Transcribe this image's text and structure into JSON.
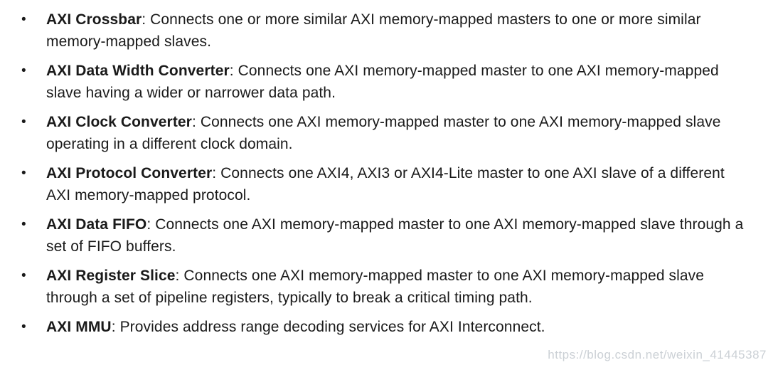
{
  "page": {
    "background": "#ffffff",
    "text_color": "#1a1a1a"
  },
  "list": {
    "bullet_glyph": "•",
    "items": [
      {
        "term": "AXI Crossbar",
        "description": ": Connects one or more similar AXI memory-mapped masters to one or more similar memory-mapped slaves."
      },
      {
        "term": "AXI Data Width Converter",
        "description": ": Connects one AXI memory-mapped master to one AXI memory-mapped slave having a wider or narrower data path."
      },
      {
        "term": "AXI Clock Converter",
        "description": ": Connects one AXI memory-mapped master to one AXI memory-mapped slave operating in a different clock domain."
      },
      {
        "term": "AXI Protocol Converter",
        "description": ": Connects one AXI4, AXI3 or AXI4-Lite master to one AXI slave of a different AXI memory-mapped protocol."
      },
      {
        "term": "AXI Data FIFO",
        "description": ": Connects one AXI memory-mapped master to one AXI memory-mapped slave through a set of FIFO buffers."
      },
      {
        "term": "AXI Register Slice",
        "description": ": Connects one AXI memory-mapped master to one AXI memory-mapped slave through a set of pipeline registers, typically to break a critical timing path."
      },
      {
        "term": "AXI MMU",
        "description": ": Provides address range decoding services for AXI Interconnect."
      }
    ]
  },
  "watermark": {
    "text": "https://blog.csdn.net/weixin_41445387",
    "color": "#cbd0d5"
  }
}
